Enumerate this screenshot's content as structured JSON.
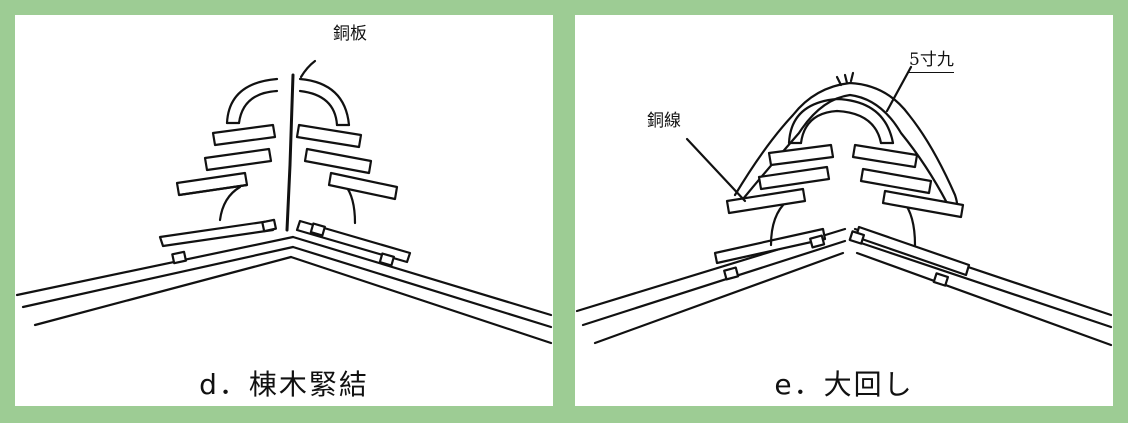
{
  "panels": [
    {
      "caption": "d．棟木緊結",
      "labels": {
        "copper_plate": "銅板"
      }
    },
    {
      "caption": "e．大回し",
      "labels": {
        "copper_wire": "銅線",
        "five_sun": "5寸九"
      }
    }
  ],
  "colors": {
    "background": "#9dcc94",
    "panel": "#ffffff",
    "ink": "#111111"
  }
}
